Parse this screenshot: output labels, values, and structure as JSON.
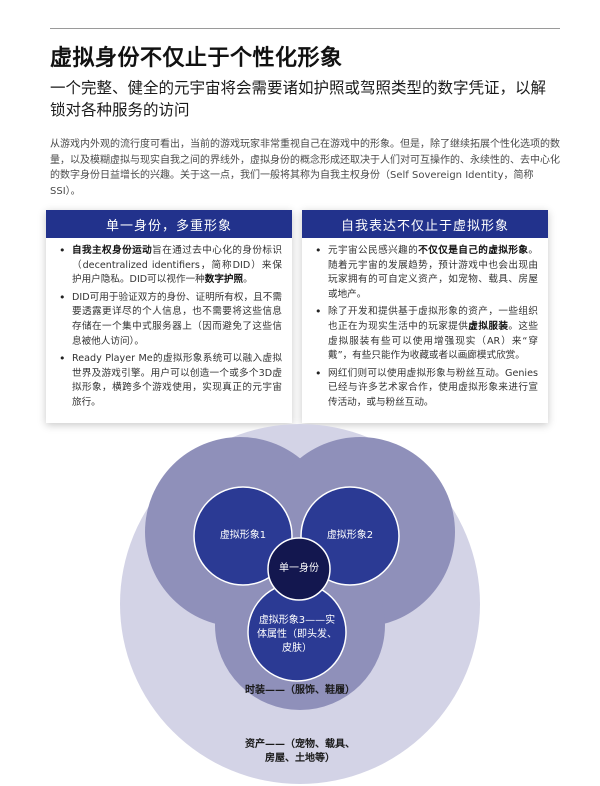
{
  "title": "虚拟身份不仅止于个性化形象",
  "subtitle": "一个完整、健全的元宇宙将会需要诸如护照或驾照类型的数字凭证，以解锁对各种服务的访问",
  "intro": "从游戏内外观的流行度可看出，当前的游戏玩家非常重视自己在游戏中的形象。但是，除了继续拓展个性化选项的数量，以及模糊虚拟与现实自我之间的界线外，虚拟身份的概念形成还取决于人们对可互操作的、永续性的、去中心化的数字身份日益增长的兴趣。关于这一点，我们一般将其称为自我主权身份（Self Sovereign Identity，简称SSI）。",
  "left_box": {
    "header": "单一身份，多重形象",
    "items": [
      {
        "bold": "自我主权身份运动",
        "text": "旨在通过去中心化的身份标识（decentralized identifiers，简称DID）来保护用户隐私。DID可以视作一种",
        "bold2": "数字护照",
        "text2": "。"
      },
      {
        "bold": "",
        "text": "DID可用于验证双方的身份、证明所有权，且不需要透露更详尽的个人信息，也不需要将这些信息存储在一个集中式服务器上（因而避免了这些信息被他人访问）。",
        "bold2": "",
        "text2": ""
      },
      {
        "bold": "",
        "text": "Ready Player Me的虚拟形象系统可以融入虚拟世界及游戏引擎。用户可以创造一个或多个3D虚拟形象，横跨多个游戏使用，实现真正的元宇宙旅行。",
        "bold2": "",
        "text2": ""
      }
    ]
  },
  "right_box": {
    "header": "自我表达不仅止于虚拟形象",
    "items": [
      {
        "bold": "",
        "text": "元宇宙公民感兴趣的",
        "bold2": "不仅仅是自己的虚拟形象",
        "text2": "。随着元宇宙的发展趋势，预计游戏中也会出现由玩家拥有的可自定义资产，如宠物、载具、房屋或地产。"
      },
      {
        "bold": "",
        "text": "除了开发和提供基于虚拟形象的资产，一些组织也正在为现实生活中的玩家提供",
        "bold2": "虚拟服装",
        "text2": "。这些虚拟服装有些可以使用增强现实（AR）来“穿戴”，有些只能作为收藏或者以画廊模式欣赏。"
      },
      {
        "bold": "",
        "text": "网红们则可以使用虚拟形象与粉丝互动。Genies已经与许多艺术家合作，使用虚拟形象来进行宣传活动，或与粉丝互动。",
        "bold2": "",
        "text2": ""
      }
    ]
  },
  "diagram": {
    "avatar1": "虚拟形象1",
    "avatar2": "虚拟形象2",
    "single_identity": "单一身份",
    "avatar3_line1": "虚拟形象3——实",
    "avatar3_line2": "体属性（即头发、",
    "avatar3_line3": "皮肤）",
    "fashion": "时装——（服饰、鞋履）",
    "assets_line1": "资产——（宠物、载具、",
    "assets_line2": "房屋、土地等）",
    "colors": {
      "outer": "#d3d3e6",
      "middle": "#8f90ba",
      "inner": "#2b3a94",
      "center": "#13174f"
    }
  }
}
